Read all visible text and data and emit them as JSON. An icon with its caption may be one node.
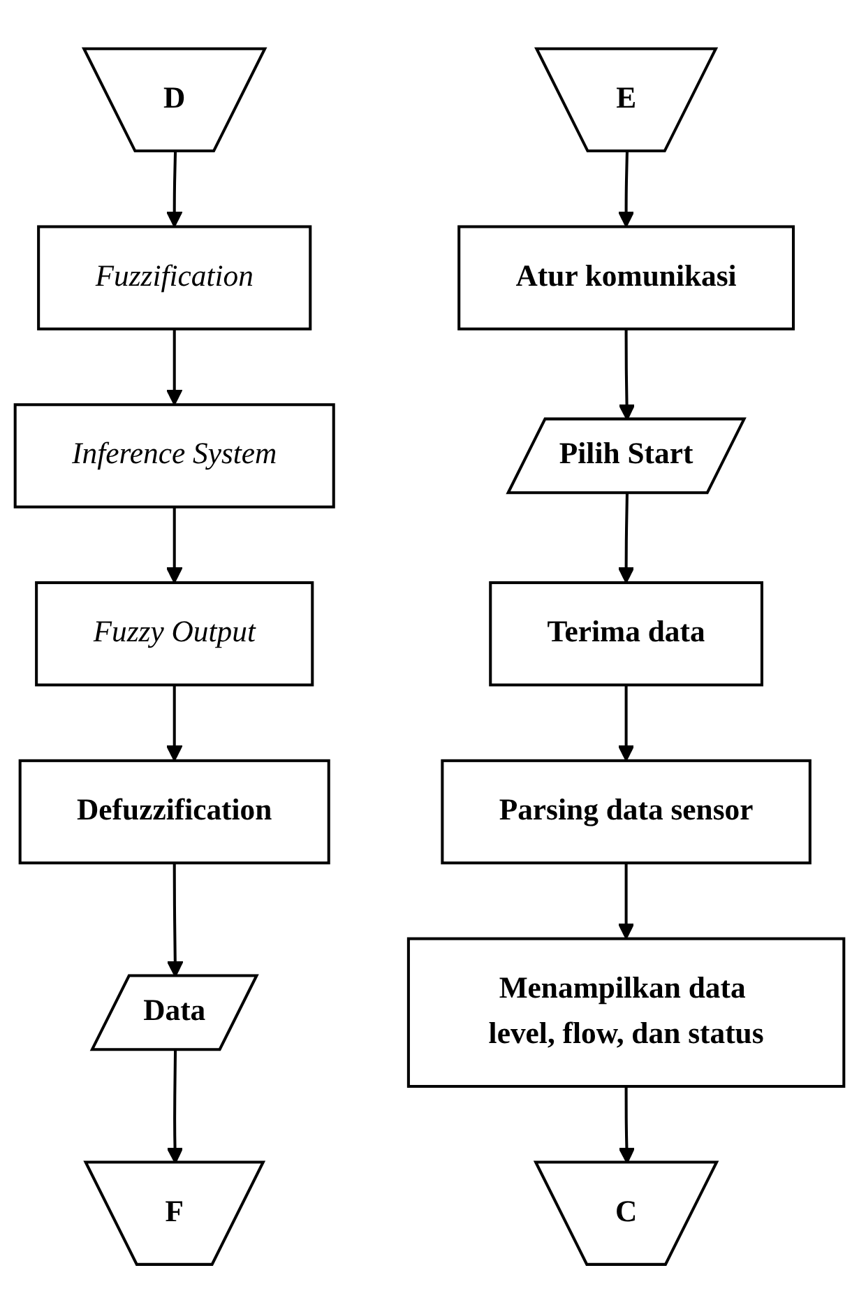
{
  "diagram": {
    "nodes": [
      {
        "text": [
          "D"
        ]
      },
      {
        "text": [
          "Fuzzification"
        ]
      },
      {
        "text": [
          "Inference System"
        ]
      },
      {
        "text": [
          "Fuzzy Output"
        ]
      },
      {
        "text": [
          "Defuzzification"
        ]
      },
      {
        "text": [
          "Data"
        ]
      },
      {
        "text": [
          "F"
        ]
      },
      {
        "text": [
          "E"
        ]
      },
      {
        "text": [
          "Atur komunikasi"
        ]
      },
      {
        "text": [
          "Pilih Start"
        ]
      },
      {
        "text": [
          "Terima data"
        ]
      },
      {
        "text": [
          "Parsing data sensor"
        ]
      },
      {
        "text": [
          "Menampilkan data level, flow, dan status"
        ]
      },
      {
        "text": [
          "C"
        ]
      }
    ],
    "edges": [
      {
        "from": 0,
        "to": 1,
        "arrow": "to"
      },
      {
        "from": 1,
        "to": 2,
        "arrow": "to"
      },
      {
        "from": 2,
        "to": 3,
        "arrow": "to"
      },
      {
        "from": 3,
        "to": 4,
        "arrow": "to"
      },
      {
        "from": 4,
        "to": 5,
        "arrow": "to"
      },
      {
        "from": 5,
        "to": 6,
        "arrow": "to"
      },
      {
        "from": 7,
        "to": 8,
        "arrow": "to"
      },
      {
        "from": 8,
        "to": 9,
        "arrow": "to"
      },
      {
        "from": 9,
        "to": 10,
        "arrow": "to"
      },
      {
        "from": 10,
        "to": 11,
        "arrow": "to"
      },
      {
        "from": 11,
        "to": 12,
        "arrow": "to"
      },
      {
        "from": 12,
        "to": 13,
        "arrow": "to"
      }
    ]
  }
}
